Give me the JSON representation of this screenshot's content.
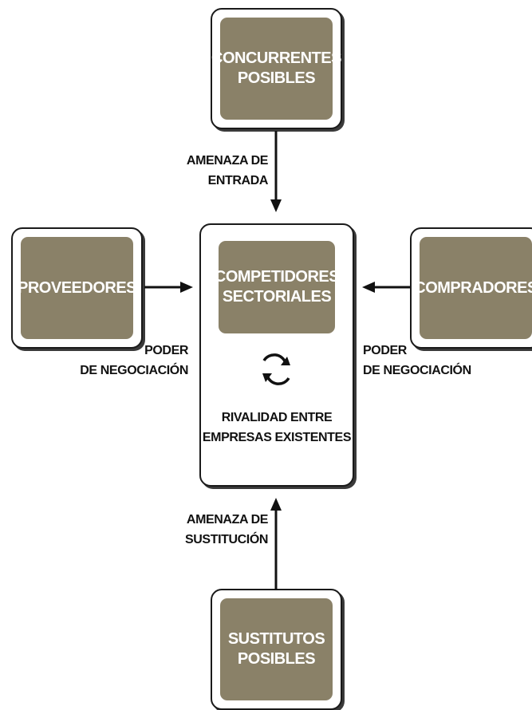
{
  "forces": {
    "entrants": {
      "line1": "CONCURRENTES",
      "line2": "POSIBLES"
    },
    "suppliers": {
      "label": "PROVEEDORES"
    },
    "competitors": {
      "line1": "COMPETIDORES",
      "line2": "SECTORIALES"
    },
    "buyers": {
      "label": "COMPRADORES"
    },
    "substitutes": {
      "line1": "SUSTITUTOS",
      "line2": "POSIBLES"
    }
  },
  "flows": {
    "entry_threat": {
      "line1": "AMENAZA DE",
      "line2": "ENTRADA"
    },
    "supplier_power": {
      "line1": "PODER",
      "line2": "DE NEGOCIACIÓN"
    },
    "buyer_power": {
      "line1": "PODER",
      "line2": "DE NEGOCIACIÓN"
    },
    "substitution_threat": {
      "line1": "AMENAZA DE",
      "line2": "SUSTITUCIÓN"
    }
  },
  "rivalry": {
    "line1": "RIVALIDAD ENTRE",
    "line2": "EMPRESAS EXISTENTES"
  },
  "colors": {
    "box_fill": "#8a8168",
    "text_light": "#ffffff",
    "ink": "#111111"
  }
}
